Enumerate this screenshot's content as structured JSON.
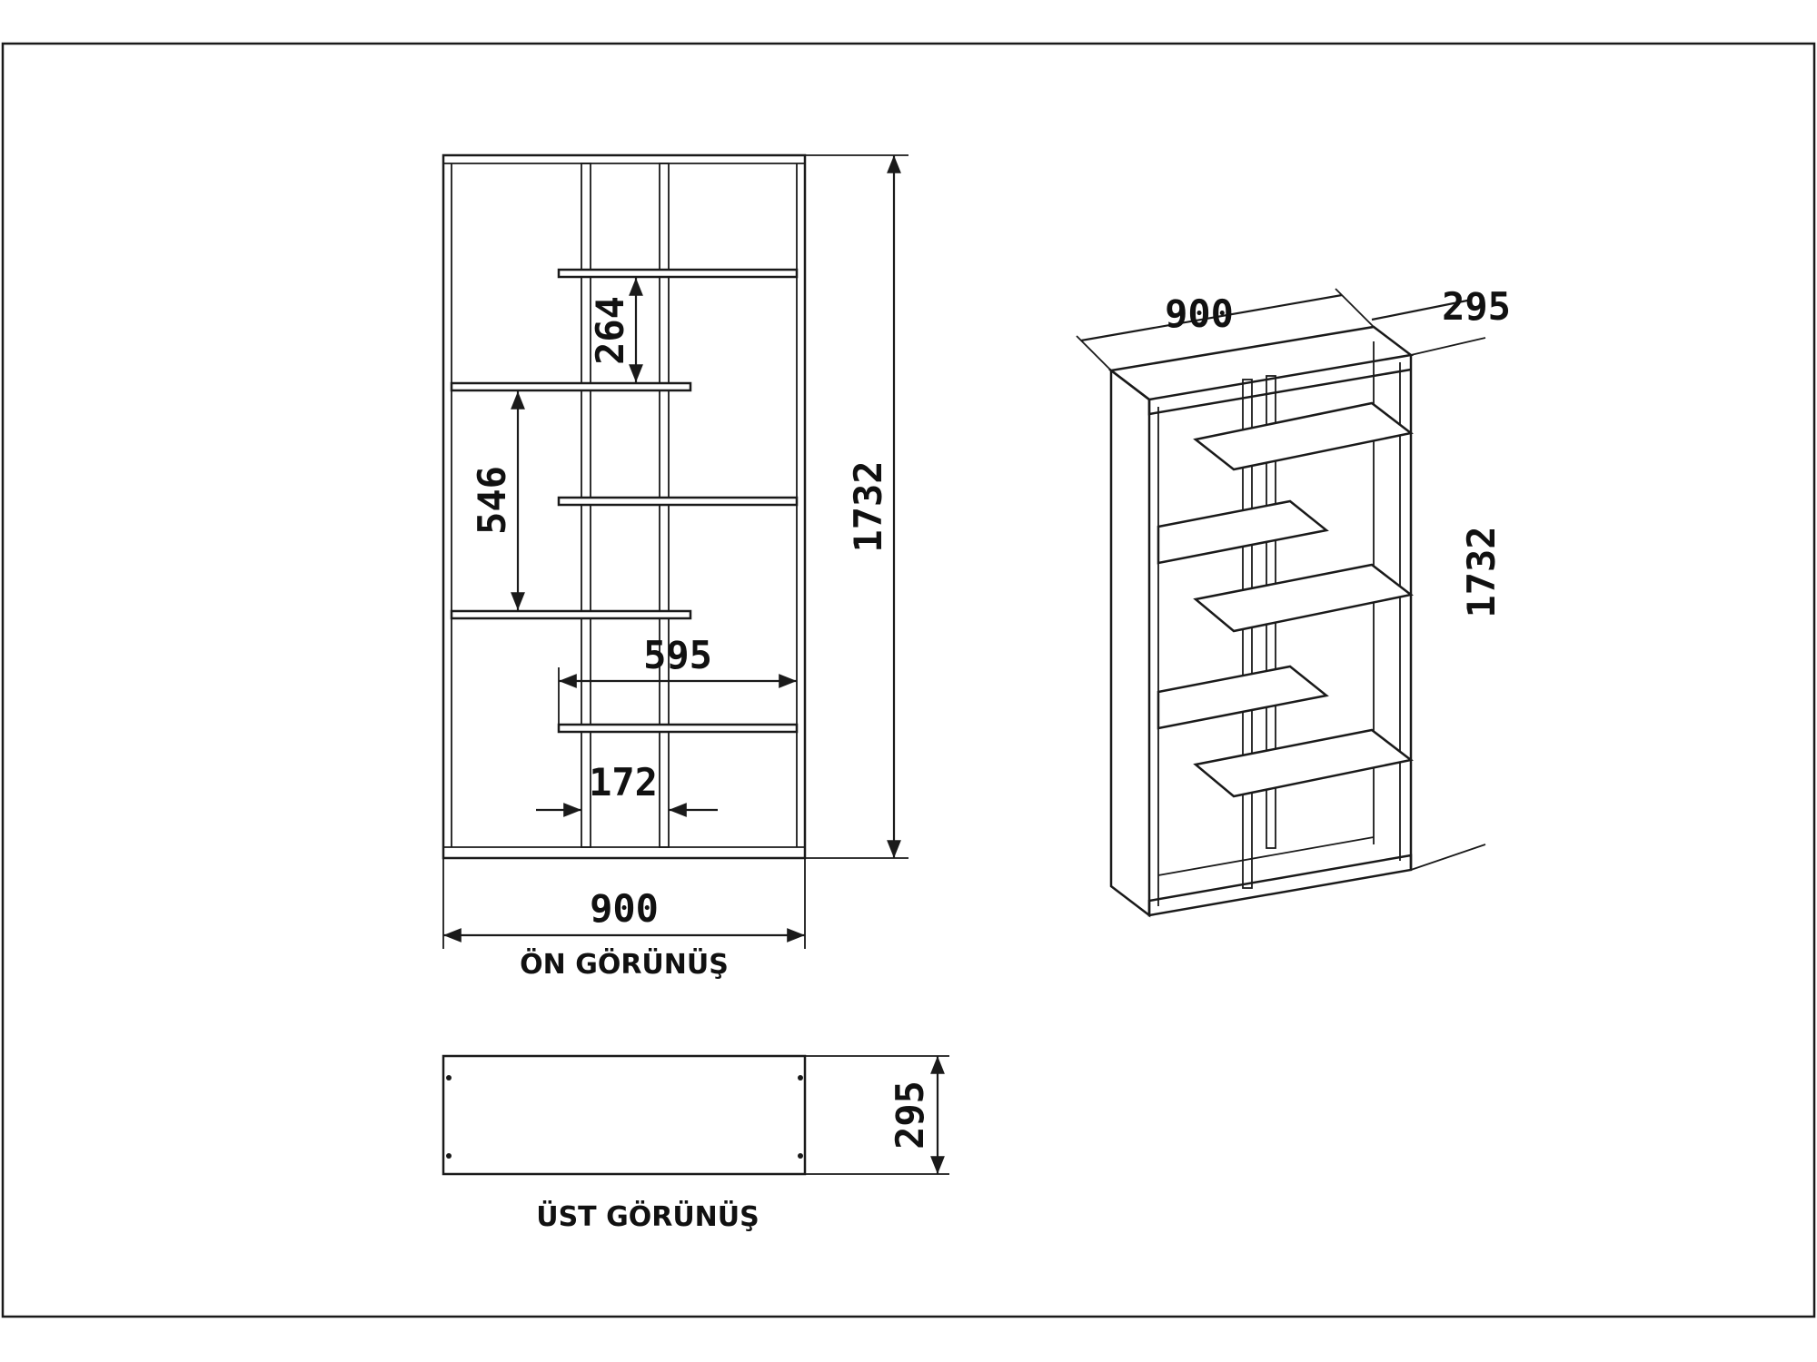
{
  "front_view": {
    "title": "ÖN GÖRÜNÜŞ",
    "dims": {
      "height": "1732",
      "width": "900",
      "shelf_gap_top": "264",
      "shelf_gap_mid": "546",
      "shelf_width": "595",
      "post_gap": "172"
    }
  },
  "top_view": {
    "title": "ÜST GÖRÜNÜŞ",
    "dims": {
      "depth": "295"
    }
  },
  "iso_view": {
    "dims": {
      "width": "900",
      "depth": "295",
      "height": "1732"
    }
  },
  "colors": {
    "line": "#1a1a1a",
    "background": "#ffffff"
  }
}
